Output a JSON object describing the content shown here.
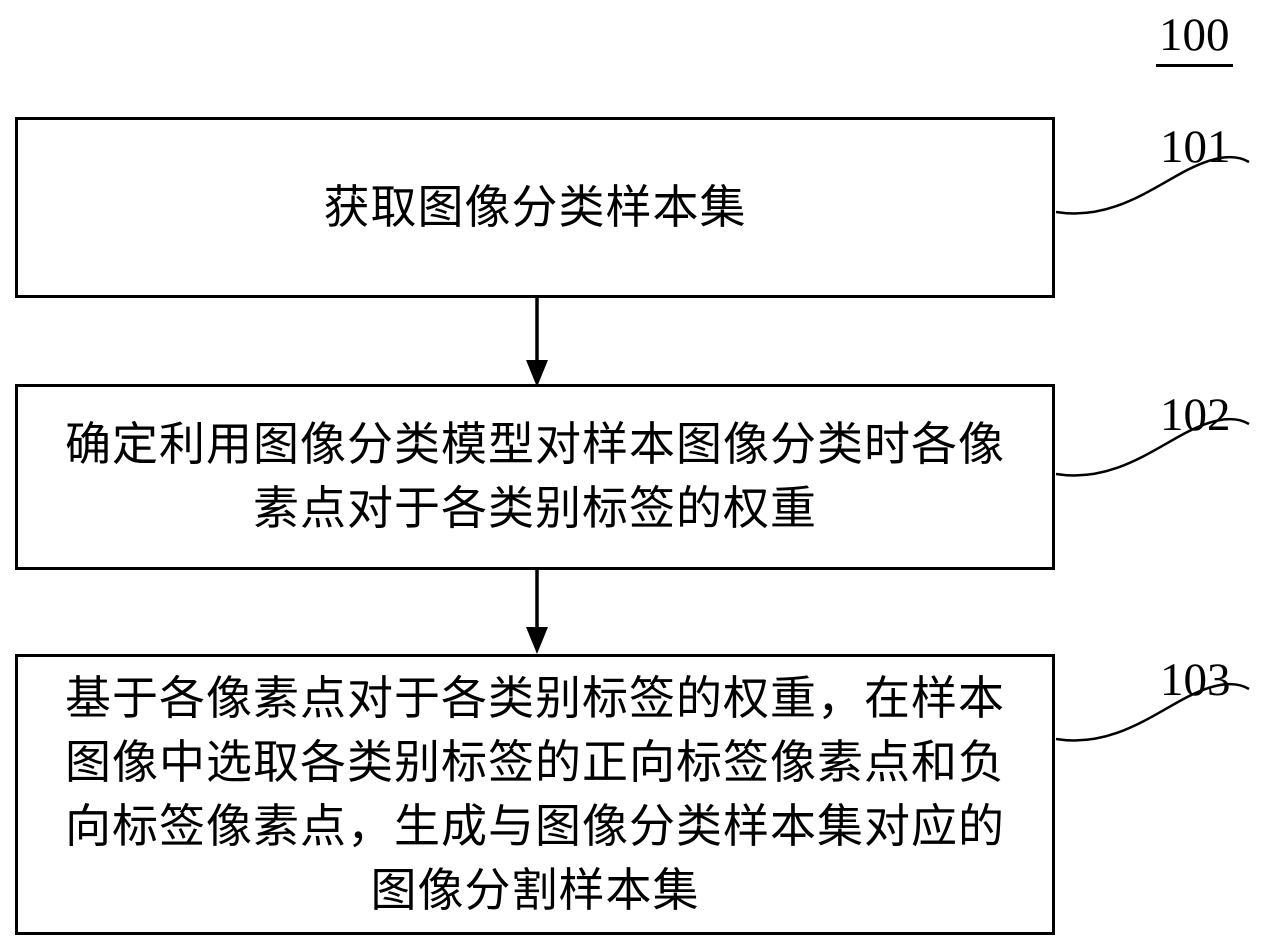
{
  "figure": {
    "number": "100"
  },
  "steps": [
    {
      "ref": "101",
      "text": "获取图像分类样本集"
    },
    {
      "ref": "102",
      "text": "确定利用图像分类模型对样本图像分类时各像素点对于各类别标签的权重"
    },
    {
      "ref": "103",
      "text": "基于各像素点对于各类别标签的权重，在样本图像中选取各类别标签的正向标签像素点和负向标签像素点，生成与图像分类样本集对应的图像分割样本集"
    }
  ]
}
